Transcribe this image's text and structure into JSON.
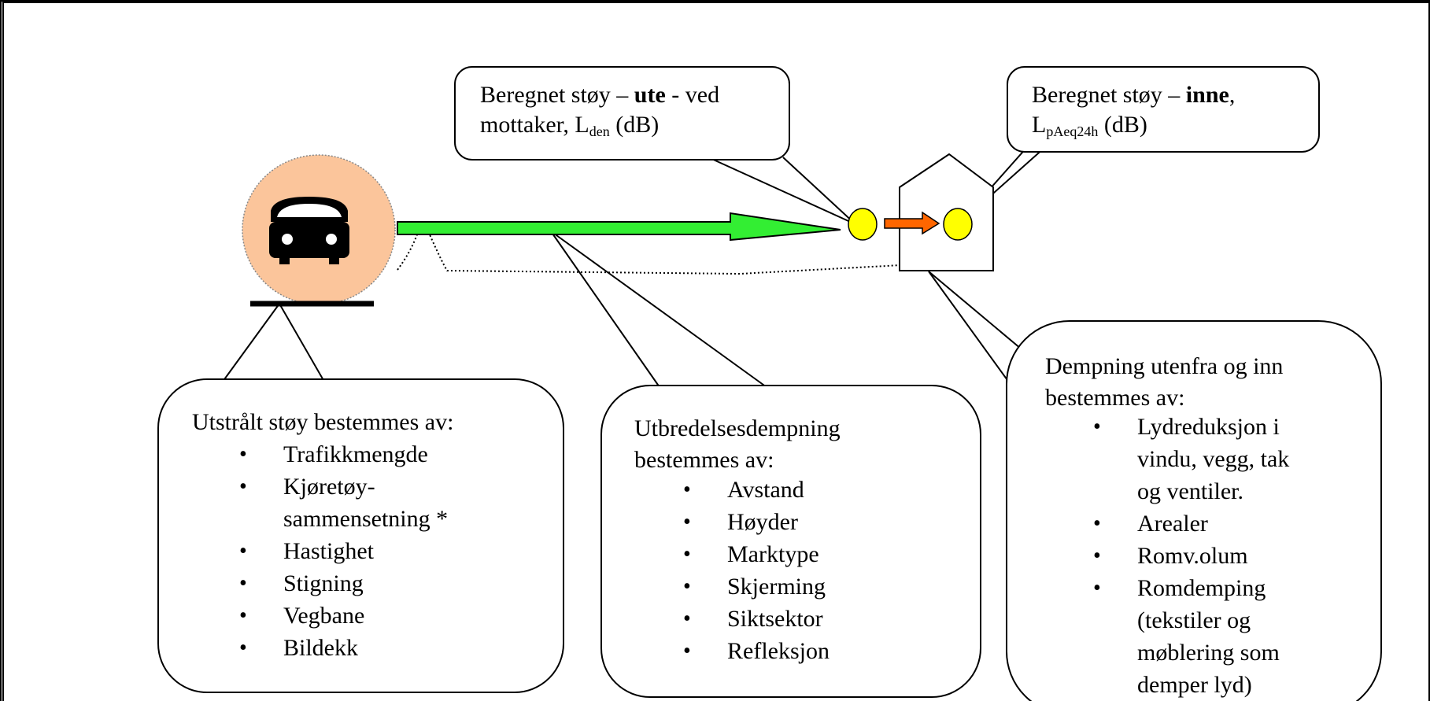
{
  "callout_outdoor": {
    "line1_prefix": "Beregnet støy – ",
    "line1_bold": "ute",
    "line1_suffix": "  - ved",
    "line2_prefix": "mottaker, L",
    "line2_sub": "den",
    "line2_suffix": " (dB)"
  },
  "callout_indoor": {
    "line1_prefix": "Beregnet støy – ",
    "line1_bold": "inne",
    "line1_suffix": ",",
    "line2_prefix": "L",
    "line2_sub": "pAeq24h",
    "line2_suffix": " (dB)"
  },
  "source_box": {
    "heading": "Utstrålt støy bestemmes av:",
    "items": [
      "Trafikkmengde",
      "Kjøretøy-",
      "Hastighet",
      "Stigning",
      "Vegbane",
      "Bildekk"
    ],
    "item2_cont": "sammensetning *"
  },
  "propagation_box": {
    "heading_line1": "Utbredelsesdempning",
    "heading_line2": "bestemmes av:",
    "items": [
      "Avstand",
      "Høyder",
      "Marktype",
      "Skjerming",
      "Siktsektor",
      "Refleksjon"
    ]
  },
  "facade_box": {
    "heading_line1": "Dempning utenfra og inn",
    "heading_line2": "bestemmes av:",
    "item1_lines": [
      "Lydreduksjon i",
      "vindu, vegg, tak",
      "og ventiler."
    ],
    "item2": "Arealer",
    "item3": "Romv.olum",
    "item4_lines": [
      "Romdemping",
      "(tekstiler og",
      "møblering som",
      "demper lyd)"
    ]
  },
  "colors": {
    "source_circle": "#fbc59b",
    "propagation_arrow": "#33ee33",
    "transfer_arrow": "#ff6600",
    "receiver_points": "#ffff00"
  }
}
